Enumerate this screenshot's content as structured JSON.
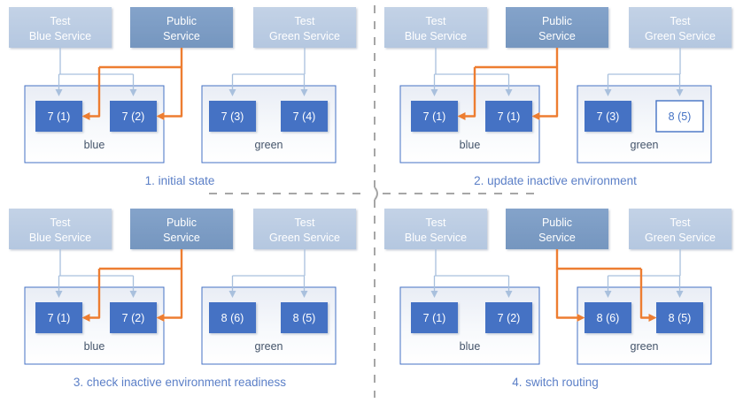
{
  "diagram": {
    "title_visible": false,
    "colors": {
      "service_light": "#BCCDE4",
      "service_dark": "#7B9CC4",
      "instance_fill": "#4472C4",
      "instance_outline_fill": "#FFFFFF",
      "instance_outline_stroke": "#4472C4",
      "env_fill": "#F2F4F9",
      "env_stroke": "#4472C4",
      "arrow_blue": "#A9C0DD",
      "arrow_orange": "#ED7D31",
      "label_text": "#5B7FC7",
      "env_text": "#44546A",
      "divider": "#A6A6A6"
    },
    "services": {
      "test_blue": "Test\nBlue Service",
      "test_blue_line1": "Test",
      "test_blue_line2": "Blue Service",
      "public_line1": "Public",
      "public_line2": "Service",
      "test_green_line1": "Test",
      "test_green_line2": "Green Service"
    },
    "env_names": {
      "blue": "blue",
      "green": "green"
    },
    "panels": [
      {
        "id": "panel-1",
        "label": "1. initial state",
        "blue_env": {
          "name": "blue",
          "instances": [
            {
              "label": "7 (1)",
              "style": "filled"
            },
            {
              "label": "7 (2)",
              "style": "filled"
            }
          ]
        },
        "green_env": {
          "name": "green",
          "instances": [
            {
              "label": "7 (3)",
              "style": "filled"
            },
            {
              "label": "7 (4)",
              "style": "filled"
            }
          ]
        },
        "public_routes_to": "blue"
      },
      {
        "id": "panel-2",
        "label": "2. update inactive environment",
        "blue_env": {
          "name": "blue",
          "instances": [
            {
              "label": "7 (1)",
              "style": "filled"
            },
            {
              "label": "7 (1)",
              "style": "filled"
            }
          ]
        },
        "green_env": {
          "name": "green",
          "instances": [
            {
              "label": "7 (3)",
              "style": "filled"
            },
            {
              "label": "8 (5)",
              "style": "outline"
            }
          ]
        },
        "public_routes_to": "blue"
      },
      {
        "id": "panel-3",
        "label": "3. check inactive environment readiness",
        "blue_env": {
          "name": "blue",
          "instances": [
            {
              "label": "7 (1)",
              "style": "filled"
            },
            {
              "label": "7 (2)",
              "style": "filled"
            }
          ]
        },
        "green_env": {
          "name": "green",
          "instances": [
            {
              "label": "8 (6)",
              "style": "filled"
            },
            {
              "label": "8 (5)",
              "style": "filled"
            }
          ]
        },
        "public_routes_to": "blue"
      },
      {
        "id": "panel-4",
        "label": "4. switch routing",
        "blue_env": {
          "name": "blue",
          "instances": [
            {
              "label": "7 (1)",
              "style": "filled"
            },
            {
              "label": "7 (2)",
              "style": "filled"
            }
          ]
        },
        "green_env": {
          "name": "green",
          "instances": [
            {
              "label": "8 (6)",
              "style": "filled"
            },
            {
              "label": "8 (5)",
              "style": "filled"
            }
          ]
        },
        "public_routes_to": "green"
      }
    ]
  }
}
